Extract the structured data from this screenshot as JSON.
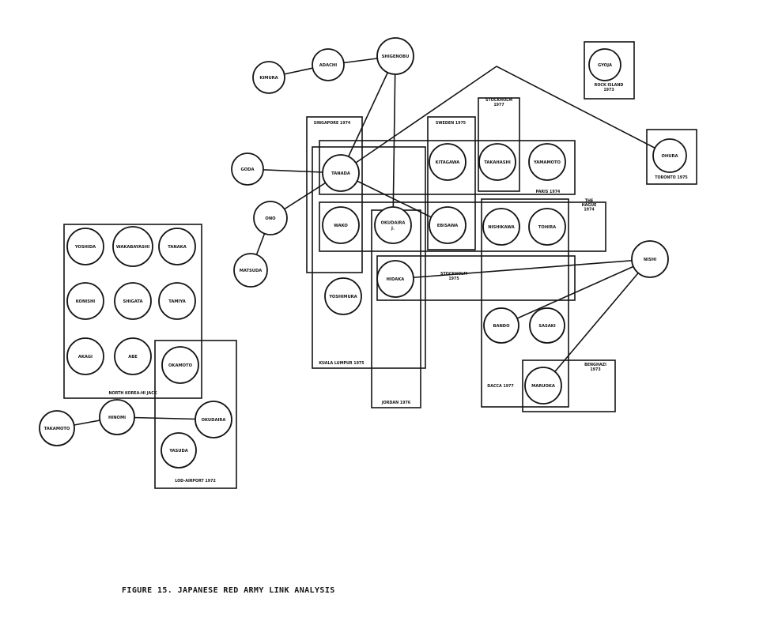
{
  "caption": "FIGURE 15.  JAPANESE RED ARMY LINK ANALYSIS",
  "groups": [
    {
      "id": "singapore",
      "lines": [
        "SINGAPORE 1974"
      ]
    },
    {
      "id": "kualalumpur",
      "lines": [
        "KUALA LUMPUR 1975"
      ]
    },
    {
      "id": "sweden",
      "lines": [
        "SWEDEN 1975"
      ]
    },
    {
      "id": "stockholm1977",
      "lines": [
        "STOCKHOLM",
        "1977"
      ]
    },
    {
      "id": "paris",
      "lines": [
        "PARIS 1974"
      ]
    },
    {
      "id": "hague",
      "lines": [
        "THE",
        "HAGUE",
        "1974"
      ]
    },
    {
      "id": "stockholm1975",
      "lines": [
        "STOCKHOLM",
        "1975"
      ]
    },
    {
      "id": "jordan",
      "lines": [
        "JORDAN 1976"
      ]
    },
    {
      "id": "dacca",
      "lines": [
        "DACCA 1977"
      ]
    },
    {
      "id": "benghazi",
      "lines": [
        "BENGHAZI",
        "1973"
      ]
    },
    {
      "id": "rockisland",
      "lines": [
        "ROCK ISLAND",
        "1973"
      ]
    },
    {
      "id": "toronto",
      "lines": [
        "TORONTO 1975"
      ]
    },
    {
      "id": "northkorea",
      "lines": [
        "NORTH KOREA-HI JACK"
      ]
    },
    {
      "id": "lod",
      "lines": [
        "LOD-AIRPORT 1972"
      ]
    }
  ],
  "nodes": [
    {
      "id": "kimura",
      "lines": [
        "KIMURA"
      ]
    },
    {
      "id": "adachi",
      "lines": [
        "ADACHI"
      ]
    },
    {
      "id": "shigenobu",
      "lines": [
        "SHIGENOBU"
      ]
    },
    {
      "id": "gyoja",
      "lines": [
        "GYOJA"
      ]
    },
    {
      "id": "oura",
      "lines": [
        "OHURA"
      ]
    },
    {
      "id": "goda",
      "lines": [
        "GODA"
      ]
    },
    {
      "id": "tanada",
      "lines": [
        "TANADA"
      ]
    },
    {
      "id": "ono",
      "lines": [
        "ONO"
      ]
    },
    {
      "id": "matsuda",
      "lines": [
        "MATSUDA"
      ]
    },
    {
      "id": "kitagawa",
      "lines": [
        "KITAGAWA"
      ]
    },
    {
      "id": "takahashi",
      "lines": [
        "TAKAHASHI"
      ]
    },
    {
      "id": "yamamoto",
      "lines": [
        "YAMAMOTO"
      ]
    },
    {
      "id": "wako",
      "lines": [
        "WAKO"
      ]
    },
    {
      "id": "okudaira",
      "lines": [
        "OKUDAIRA",
        "J."
      ]
    },
    {
      "id": "ebisawa",
      "lines": [
        "EBISAWA"
      ]
    },
    {
      "id": "nishikawa",
      "lines": [
        "NISHIKAWA"
      ]
    },
    {
      "id": "tohira",
      "lines": [
        "TOHIRA"
      ]
    },
    {
      "id": "hidaka",
      "lines": [
        "HIDAKA"
      ]
    },
    {
      "id": "yoshimura",
      "lines": [
        "YOSHIMURA"
      ]
    },
    {
      "id": "maruoka",
      "lines": [
        "MARUOKA"
      ]
    },
    {
      "id": "bando",
      "lines": [
        "BANDO"
      ]
    },
    {
      "id": "sasaki",
      "lines": [
        "SASAKI"
      ]
    },
    {
      "id": "kokuyo",
      "lines": [
        "NISHI"
      ]
    },
    {
      "id": "yoshida",
      "lines": [
        "YOSHIDA"
      ]
    },
    {
      "id": "wakabayashi",
      "lines": [
        "WAKABAYASHI"
      ]
    },
    {
      "id": "tanaka",
      "lines": [
        "TANAKA"
      ]
    },
    {
      "id": "konishi",
      "lines": [
        "KONISHI"
      ]
    },
    {
      "id": "shigata",
      "lines": [
        "SHIGATA"
      ]
    },
    {
      "id": "tamiya",
      "lines": [
        "TAMIYA"
      ]
    },
    {
      "id": "akagi",
      "lines": [
        "AKAGI"
      ]
    },
    {
      "id": "abe",
      "lines": [
        "ABE"
      ]
    },
    {
      "id": "okamoto",
      "lines": [
        "OKAMOTO"
      ]
    },
    {
      "id": "takamoto",
      "lines": [
        "TAKAMOTO"
      ]
    },
    {
      "id": "hinomi",
      "lines": [
        "HINOMI"
      ]
    },
    {
      "id": "okudaira2",
      "lines": [
        "OKUDAIRA"
      ]
    },
    {
      "id": "yasuda",
      "lines": [
        "YASUDA"
      ]
    }
  ],
  "links": [
    {
      "from": "kimura",
      "to": "adachi"
    },
    {
      "from": "adachi",
      "to": "shigenobu"
    },
    {
      "from": "shigenobu",
      "to": "okudaira"
    },
    {
      "from": "goda",
      "to": "tanada"
    },
    {
      "from": "ono",
      "to": "tanada"
    },
    {
      "from": "ono",
      "to": "matsuda"
    },
    {
      "from": "tanada",
      "to": "shigenobu"
    },
    {
      "from": "tanada",
      "to": "ebisawa"
    },
    {
      "from": "kokuyo",
      "to": "hidaka"
    },
    {
      "from": "kokuyo",
      "to": "bando"
    },
    {
      "from": "kokuyo",
      "to": "maruoka"
    },
    {
      "from": "hinomi",
      "to": "takamoto"
    },
    {
      "from": "hinomi",
      "to": "okudaira2"
    }
  ],
  "paths": [
    {
      "id": "roof",
      "via": [
        "tanada",
        "apex",
        "oura"
      ]
    }
  ]
}
